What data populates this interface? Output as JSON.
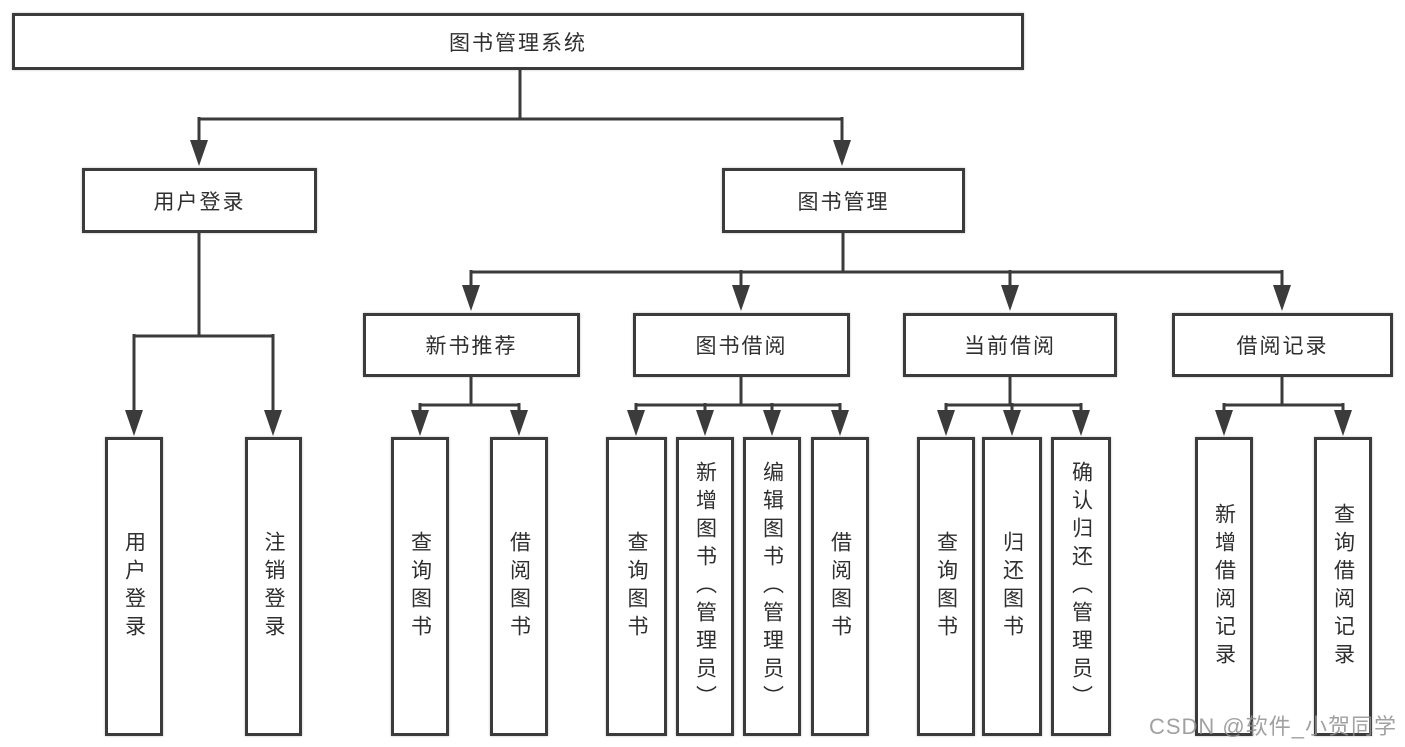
{
  "diagram_title": "图书管理系统",
  "watermark": "CSDN @软件_小贺同学",
  "colors": {
    "line": "#3b3b3b",
    "box_border": "#3b3b3b",
    "box_fill": "#ffffff",
    "text": "#2f2f2f",
    "watermark": "#919191"
  },
  "tree": {
    "label": "图书管理系统",
    "children": [
      {
        "label": "用户登录",
        "children": [
          {
            "label": "用户登录"
          },
          {
            "label": "注销登录"
          }
        ]
      },
      {
        "label": "图书管理",
        "children": [
          {
            "label": "新书推荐",
            "children": [
              {
                "label": "查询图书"
              },
              {
                "label": "借阅图书"
              }
            ]
          },
          {
            "label": "图书借阅",
            "children": [
              {
                "label": "查询图书"
              },
              {
                "label": "新增图书（管理员）"
              },
              {
                "label": "编辑图书（管理员）"
              },
              {
                "label": "借阅图书"
              }
            ]
          },
          {
            "label": "当前借阅",
            "children": [
              {
                "label": "查询图书"
              },
              {
                "label": "归还图书"
              },
              {
                "label": "确认归还（管理员）"
              }
            ]
          },
          {
            "label": "借阅记录",
            "children": [
              {
                "label": "新增借阅记录"
              },
              {
                "label": "查询借阅记录"
              }
            ]
          }
        ]
      }
    ]
  }
}
